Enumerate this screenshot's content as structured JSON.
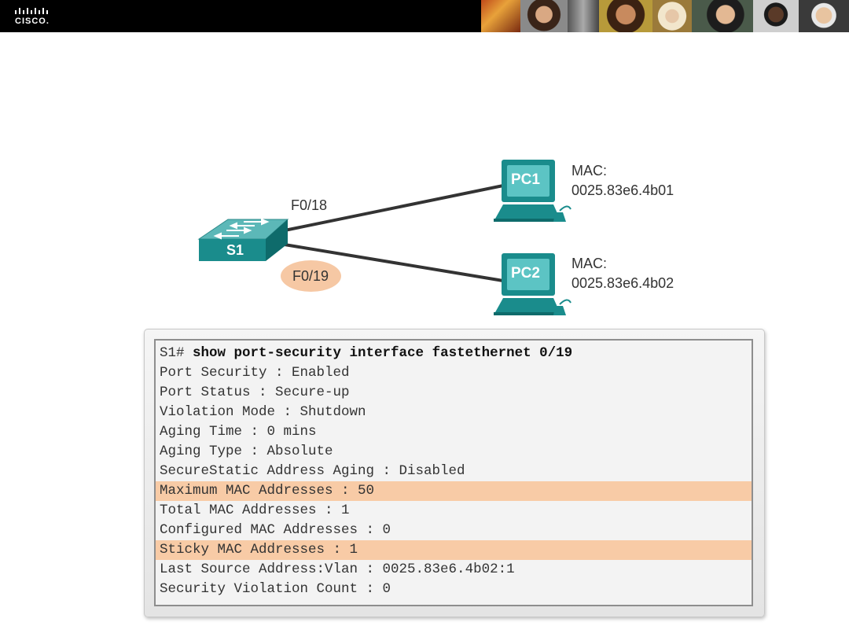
{
  "header": {
    "logo_text": "CISCO.",
    "photos": [
      "photo-1",
      "photo-2",
      "photo-3",
      "photo-4",
      "photo-5",
      "photo-6",
      "photo-7",
      "photo-8"
    ]
  },
  "diagram": {
    "switch_label": "S1",
    "link1_port": "F0/18",
    "link2_port": "F0/19",
    "pc1": {
      "label": "PC1",
      "mac_title": "MAC:",
      "mac": "0025.83e6.4b01"
    },
    "pc2": {
      "label": "PC2",
      "mac_title": "MAC:",
      "mac": "0025.83e6.4b02"
    },
    "colors": {
      "device_teal": "#1a8c8c",
      "highlight": "#f6c8a4"
    }
  },
  "terminal": {
    "prompt": "S1# ",
    "command": "show port-security interface fastethernet 0/19",
    "lines": [
      {
        "text": "Port Security : Enabled",
        "highlight": false
      },
      {
        "text": "Port Status : Secure-up",
        "highlight": false
      },
      {
        "text": "Violation Mode : Shutdown",
        "highlight": false
      },
      {
        "text": "Aging Time : 0 mins",
        "highlight": false
      },
      {
        "text": "Aging Type : Absolute",
        "highlight": false
      },
      {
        "text": "SecureStatic Address Aging : Disabled",
        "highlight": false
      },
      {
        "text": "Maximum MAC Addresses : 50",
        "highlight": true
      },
      {
        "text": "Total MAC Addresses : 1",
        "highlight": false
      },
      {
        "text": "Configured MAC Addresses : 0",
        "highlight": false
      },
      {
        "text": "Sticky MAC Addresses : 1",
        "highlight": true
      },
      {
        "text": "Last Source Address:Vlan : 0025.83e6.4b02:1",
        "highlight": false
      },
      {
        "text": "Security Violation Count : 0",
        "highlight": false
      }
    ]
  }
}
